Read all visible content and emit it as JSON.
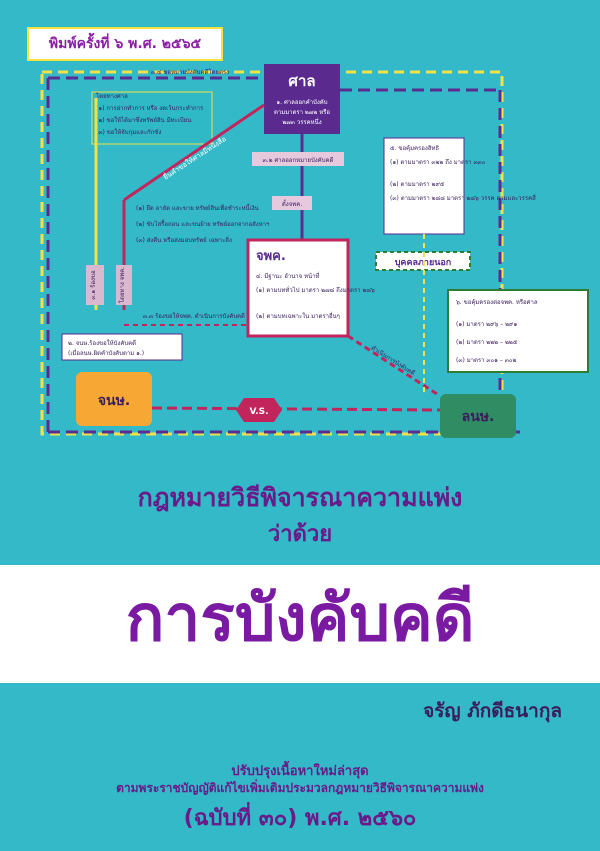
{
  "edition": "พิมพ์ครั้งที่ ๖ พ.ศ. ๒๕๖๕",
  "diagram": {
    "court": "ศาล",
    "court_note": "๑. ศาลออกคำบังคับ ตามมาตรา ๒๗๒ หรือ ๒๗๓ วรรคหนึ่ง",
    "top_left_label": "โดยทางศาล",
    "top_left_items": [
      "(๑) การฝากทำการ หรือ งดเว้นกระทำการ",
      "(๒) ขอให้ได้มาซึ่งทรัพย์สิน มีทะเบียน",
      "(๓) ขอให้จับกุมและกักขัง"
    ],
    "left_items": [
      "(๑) ยึด อายัด และขาย ทรัพย์สินเพื่อชำระหนี้เงิน",
      "(๒) ขับไล่รื้อถอน และขนย้าย ทรัพย์ออกจากอสังหาฯ",
      "(๓) ส่งคืน หรือส่งมอบทรัพย์ เฉพาะสิ่ง"
    ],
    "enforcement_office": "จพค.",
    "enforcement_items": [
      "๔. มีฐานะ อำนาจ หน้าที่",
      "(๑) ตามบททั่วไป มาตรา ๒๗๘ ถึงมาตรา ๒๘๖",
      "(๒) ตามบทเฉพาะใน มาตราอื่นๆ"
    ],
    "court_to_officer": "๓.๒ ศาลออกหมายบังคับคดี",
    "appoint": "ตั้งจพค.",
    "request_issue": "๓.๓ ร้องขอให้จพค. ดำเนินการบังคับคดี",
    "third_party": "บุคคลภายนอก",
    "third_party_items": [
      "๕. ขอคุ้มครองสิทธิ",
      "(๑) ตามมาตรา ๓๒๒ ถึง มาตรา ๓๓๐",
      "(๒) ตามมาตรา ๒๙๕",
      "(๓) ตามมาตรา ๒๘๘ มาตรา ๒๘๖ วรรค สามและวรรคสี่"
    ],
    "debtor_items": [
      "๖. ขอคุ้มครองต่อจพค. หรือศาล",
      "(๑) มาตรา ๒๙๖ – ๒๙๑",
      "(๒) มาตรา ๒๒๒ – ๒๒๕",
      "(๓) มาตรา ๓๐๑ – ๓๐๒"
    ],
    "creditor_request": "๒. จนษ.ร้องขอให้บังคับคดี (เมื่อลนษ.ผิดคำบังคับตาม ๑.)",
    "creditor": "จนษ.",
    "debtor": "ลนษ.",
    "versus": "V.S.",
    "left_vertical_1": "๓.๑ ร้องขอ",
    "left_vertical_2": "โดยทาง จพค.",
    "diag_label_1": "ยื่นคำขอให้ศาลมีหนังสือ",
    "diag_label_2": "ดำเนินการบังคับคดี",
    "top_dash": "๓.๔ ขอหมายบังคับคดีโดยตรง"
  },
  "title_line1": "กฎหมายวิธีพิจารณาความแพ่ง",
  "title_line2": "ว่าด้วย",
  "main_title": "การบังคับคดี",
  "author": "จรัญ ภักดีธนากุล",
  "note_line1": "ปรับปรุงเนื้อหาใหม่ล่าสุด",
  "note_line2": "ตามพระราชบัญญัติแก้ไขเพิ่มเติมประมวลกฎหมายวิธีพิจารณาความแพ่ง",
  "note_line3": "(ฉบับที่ ๓๐) พ.ศ. ๒๕๖๐"
}
